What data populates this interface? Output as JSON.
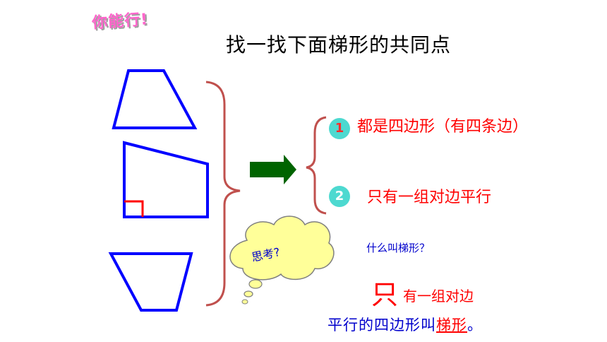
{
  "badge": "你能行!",
  "title": "找一找下面梯形的共同点",
  "points": [
    {
      "num": "1",
      "text": "都是四边形（有四条边）"
    },
    {
      "num": "2",
      "text": "只有一组对边平行"
    }
  ],
  "cloud": {
    "text": "思考?"
  },
  "question": "什么叫梯形？",
  "definition": {
    "big": "只",
    "line1_rest": "有一组对边",
    "line2_prefix": "平行的四边形叫",
    "term": "梯形",
    "end": "。"
  },
  "colors": {
    "shape_stroke": "#0000ff",
    "right_angle": "#ff0000",
    "brace": "#c0504d",
    "arrow": "#006400",
    "cloud_fill": "#ffff99",
    "circle_fill": "#4dd9d0"
  },
  "icons": [
    "right-arrow-icon",
    "thought-cloud-icon"
  ]
}
